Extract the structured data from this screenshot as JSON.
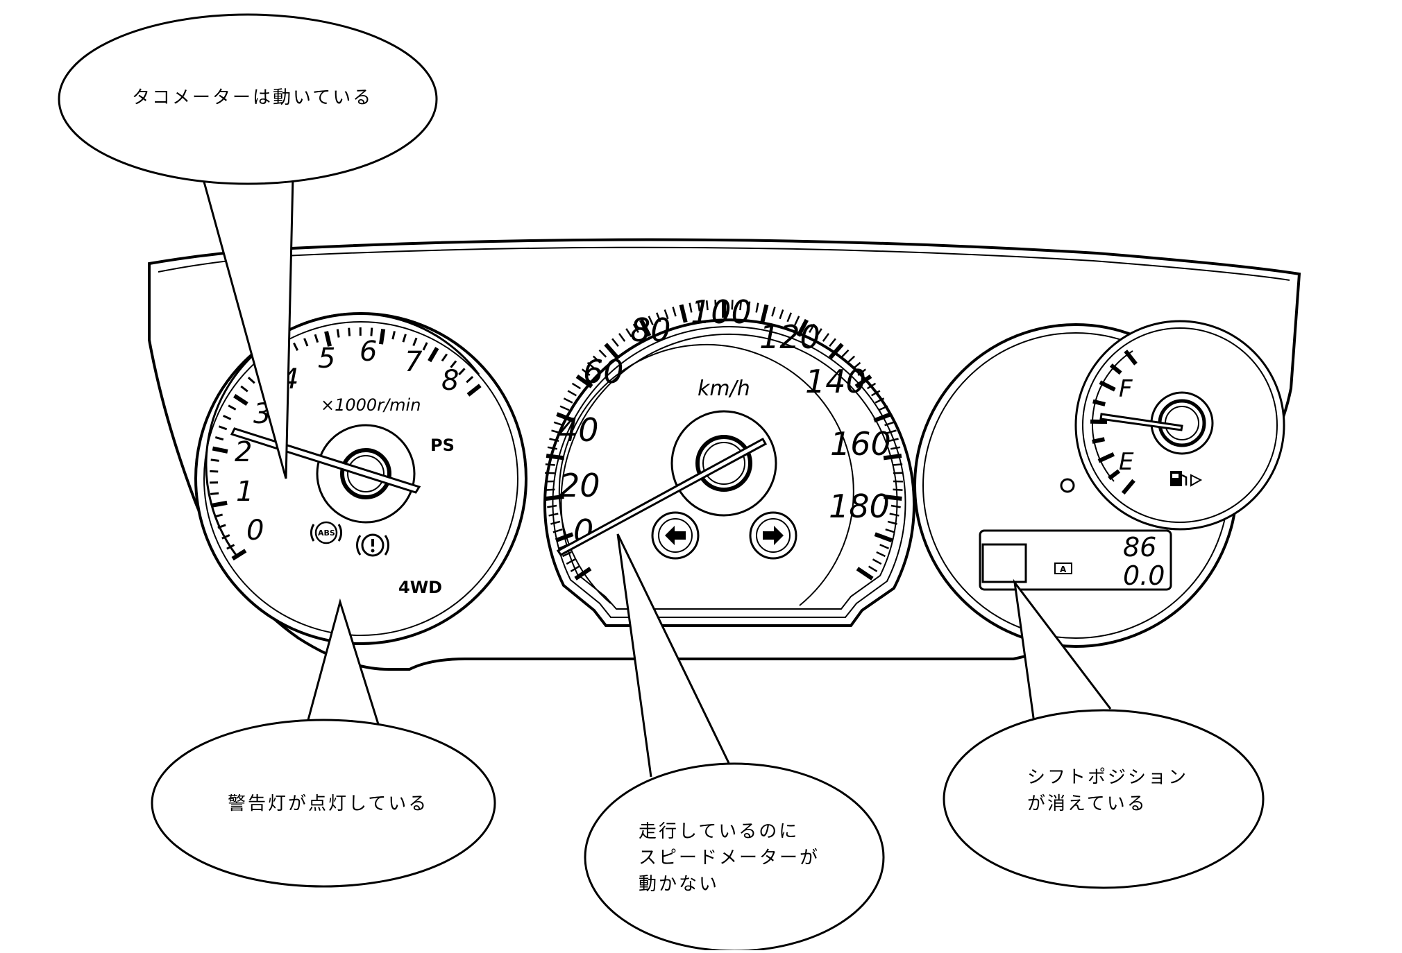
{
  "tachometer": {
    "numbers": [
      "0",
      "1",
      "2",
      "3",
      "4",
      "5",
      "6",
      "7",
      "8"
    ],
    "unit_label": "×1000r/min",
    "ps_label": "PS",
    "abs_label": "ABS",
    "brake_icon": "brake-warning-icon",
    "wd_label": "4WD"
  },
  "speedometer": {
    "numbers": [
      "0",
      "20",
      "40",
      "60",
      "80",
      "100",
      "120",
      "140",
      "160",
      "180"
    ],
    "unit_label": "km/h",
    "left_turn_icon": "left-turn-signal-icon",
    "right_turn_icon": "right-turn-signal-icon"
  },
  "fuel_gauge": {
    "full_label": "F",
    "empty_label": "E",
    "fuel_icon": "fuel-pump-icon"
  },
  "odometer_display": {
    "mode_indicator": "A",
    "odo_value": "86",
    "trip_value": "0.0"
  },
  "callouts": [
    {
      "text": "タコメーターは動いている"
    },
    {
      "text": "警告灯が点灯している"
    },
    {
      "text": "走行しているのに\nスピードメーターが\n動かない"
    },
    {
      "text": "シフトポジション\nが消えている"
    }
  ]
}
